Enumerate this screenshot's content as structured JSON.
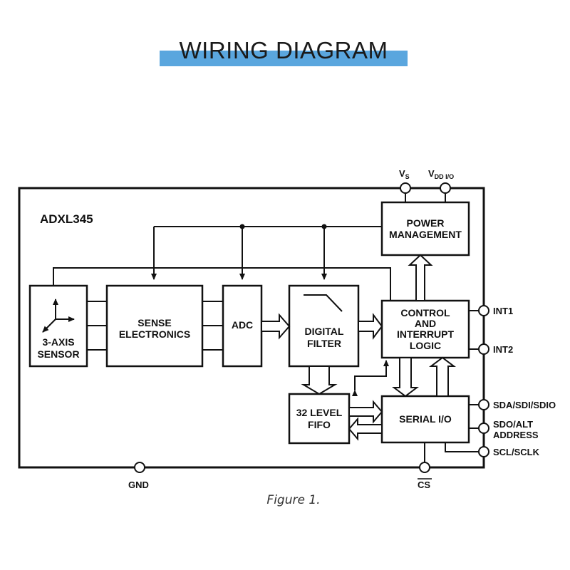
{
  "title": "WIRING DIAGRAM",
  "chip_name": "ADXL345",
  "blocks": {
    "sensor_line1": "3-AXIS",
    "sensor_line2": "SENSOR",
    "sense_line1": "SENSE",
    "sense_line2": "ELECTRONICS",
    "adc": "ADC",
    "filter_line1": "DIGITAL",
    "filter_line2": "FILTER",
    "fifo_line1": "32 LEVEL",
    "fifo_line2": "FIFO",
    "power_line1": "POWER",
    "power_line2": "MANAGEMENT",
    "control_line1": "CONTROL",
    "control_line2": "AND",
    "control_line3": "INTERRUPT",
    "control_line4": "LOGIC",
    "serial": "SERIAL I/O"
  },
  "pins": {
    "vs_main": "V",
    "vs_sub": "S",
    "vdd_main": "V",
    "vdd_sub": "DD I/O",
    "int1": "INT1",
    "int2": "INT2",
    "sda": "SDA/SDI/SDIO",
    "sdo_line1": "SDO/ALT",
    "sdo_line2": "ADDRESS",
    "scl": "SCL/SCLK",
    "gnd": "GND",
    "cs": "CS"
  },
  "caption": "Figure 1."
}
